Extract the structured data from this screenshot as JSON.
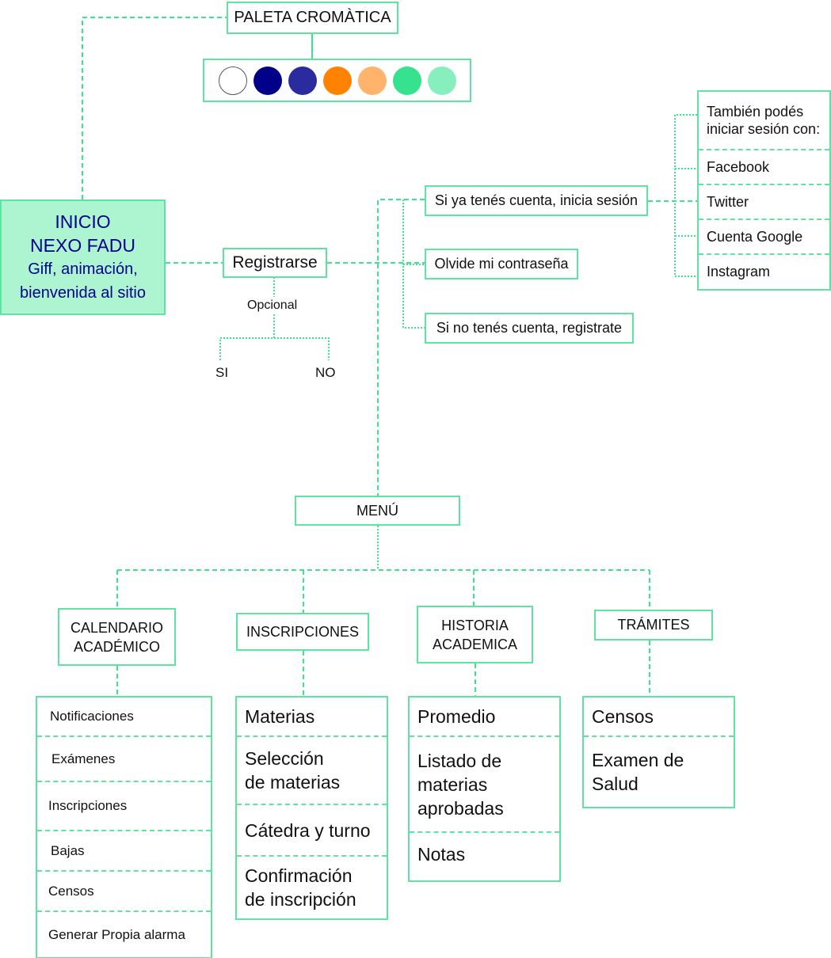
{
  "palette": {
    "title": "PALETA CROMÀTICA",
    "colors": [
      "#ffffff",
      "#000088",
      "#2b2ba0",
      "#ff8200",
      "#ffb36b",
      "#36e28d",
      "#86efbd"
    ]
  },
  "home": {
    "line1": "INICIO",
    "line2": "NEXO FADU",
    "line3": "Giff, animación,",
    "line4": "bienvenida al sitio"
  },
  "register": {
    "label": "Registrarse",
    "optional": "Opcional",
    "yes": "SI",
    "no": "NO"
  },
  "auth_options": [
    "Si ya tenés cuenta, inicia sesión",
    "Olvide mi contraseña",
    "Si no tenés cuenta, registrate"
  ],
  "social_login": {
    "header": [
      "También podés",
      "iniciar sesión con:"
    ],
    "items": [
      "Facebook",
      "Twitter",
      "Cuenta Google",
      "Instagram"
    ]
  },
  "menu": {
    "label": "MENÚ",
    "sections": [
      {
        "title": [
          "CALENDARIO",
          "ACADÉMICO"
        ],
        "items": [
          "Notificaciones",
          "Exámenes",
          "Inscripciones",
          "Bajas",
          "Censos",
          "Generar Propia alarma"
        ]
      },
      {
        "title": [
          "INSCRIPCIONES"
        ],
        "items": [
          [
            "Materias"
          ],
          [
            "Selección",
            "de materias"
          ],
          [
            "Cátedra y turno"
          ],
          [
            "Confirmación",
            "de inscripción"
          ]
        ]
      },
      {
        "title": [
          "HISTORIA",
          "ACADEMICA"
        ],
        "items": [
          [
            "Promedio"
          ],
          [
            "Listado de",
            "materias",
            "aprobadas"
          ],
          [
            "Notas"
          ]
        ]
      },
      {
        "title": [
          "TRÁMITES"
        ],
        "items": [
          [
            "Censos"
          ],
          [
            "Examen de",
            "Salud"
          ]
        ]
      }
    ]
  }
}
